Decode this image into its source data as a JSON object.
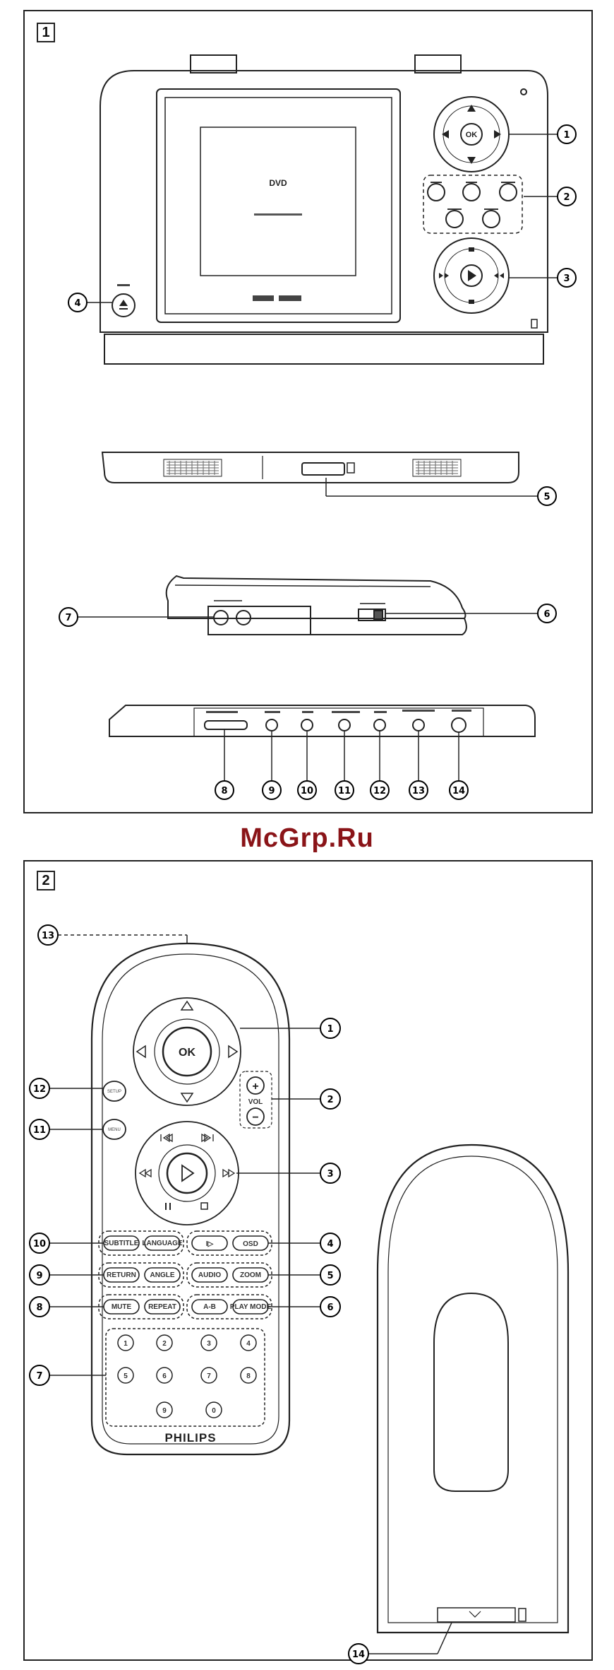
{
  "panels": [
    {
      "number": "1"
    },
    {
      "number": "2"
    }
  ],
  "watermark": "McGrp.Ru",
  "player": {
    "ok_label": "OK",
    "screen_text": "DVD",
    "callouts": [
      "1",
      "2",
      "3",
      "4",
      "5",
      "6",
      "7",
      "8",
      "9",
      "10",
      "11",
      "12",
      "13",
      "14"
    ]
  },
  "remote": {
    "brand": "PHILIPS",
    "ok_label": "OK",
    "vol_label": "VOL",
    "vol_plus": "+",
    "vol_minus": "−",
    "setup": "SETUP",
    "menu": "MENU",
    "row1": [
      "SUBTITLE",
      "LANGUAGE",
      "I▷",
      "OSD"
    ],
    "row2": [
      "RETURN",
      "ANGLE",
      "AUDIO",
      "ZOOM"
    ],
    "row3": [
      "MUTE",
      "REPEAT",
      "A-B",
      "PLAY MODE"
    ],
    "digits": [
      "1",
      "2",
      "3",
      "4",
      "5",
      "6",
      "7",
      "8",
      "9",
      "0"
    ],
    "callouts": [
      "1",
      "2",
      "3",
      "4",
      "5",
      "6",
      "7",
      "8",
      "9",
      "10",
      "11",
      "12",
      "13",
      "14"
    ]
  }
}
